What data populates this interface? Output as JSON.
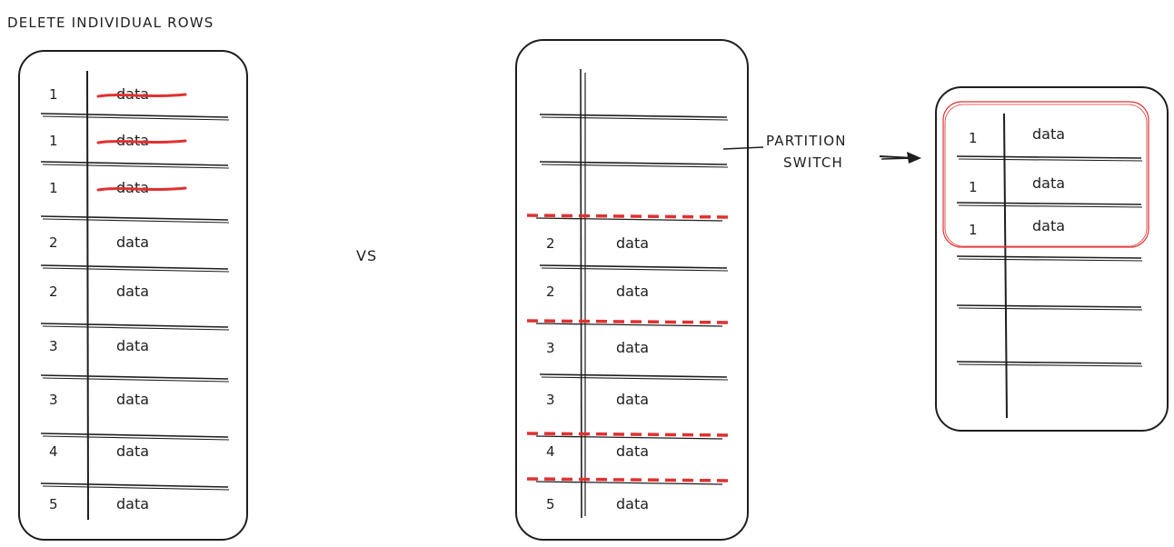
{
  "title": "DELETE INDIVIDUAL ROWS",
  "vs_label": "VS",
  "partition_switch_label": [
    "PARTITION",
    "SWITCH"
  ],
  "cell_text": "data",
  "left_table": {
    "rows": [
      {
        "key": "1",
        "value": "data",
        "struck": true
      },
      {
        "key": "1",
        "value": "data",
        "struck": true
      },
      {
        "key": "1",
        "value": "data",
        "struck": true
      },
      {
        "key": "2",
        "value": "data",
        "struck": false
      },
      {
        "key": "2",
        "value": "data",
        "struck": false
      },
      {
        "key": "3",
        "value": "data",
        "struck": false
      },
      {
        "key": "3",
        "value": "data",
        "struck": false
      },
      {
        "key": "4",
        "value": "data",
        "struck": false
      },
      {
        "key": "5",
        "value": "data",
        "struck": false
      }
    ]
  },
  "middle_table": {
    "rows": [
      {
        "key": "",
        "value": ""
      },
      {
        "key": "",
        "value": ""
      },
      {
        "key": "",
        "value": ""
      },
      {
        "key": "2",
        "value": "data"
      },
      {
        "key": "2",
        "value": "data"
      },
      {
        "key": "3",
        "value": "data"
      },
      {
        "key": "3",
        "value": "data"
      },
      {
        "key": "4",
        "value": "data"
      },
      {
        "key": "5",
        "value": "data"
      }
    ]
  },
  "right_table": {
    "rows": [
      {
        "key": "1",
        "value": "data"
      },
      {
        "key": "1",
        "value": "data"
      },
      {
        "key": "1",
        "value": "data"
      },
      {
        "key": "",
        "value": ""
      },
      {
        "key": "",
        "value": ""
      },
      {
        "key": "",
        "value": ""
      }
    ]
  },
  "colors": {
    "ink": "#1e1e1e",
    "strike": "#e03131",
    "partition_boundary": "#e03131",
    "highlight": "#e03131"
  }
}
